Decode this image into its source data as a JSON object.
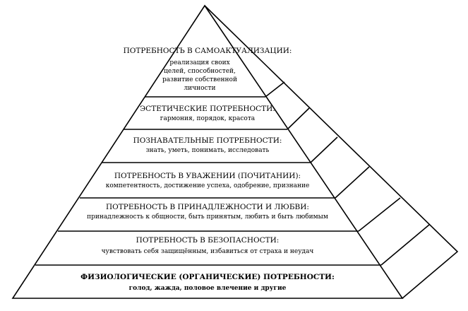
{
  "levels": [
    {
      "title": "ПОТРЕБНОСТЬ В САМОАКТУАЛИЗАЦИИ:",
      "desc_lines": [
        "реализация своих",
        "целей, способностей,",
        "развитие собственной",
        "личности"
      ]
    },
    {
      "title": "ЭСТЕТИЧЕСКИЕ ПОТРЕБНОСТИ:",
      "desc_lines": [
        "гармония, порядок, красота"
      ]
    },
    {
      "title": "ПОЗНАВАТЕЛЬНЫЕ ПОТРЕБНОСТИ:",
      "desc_lines": [
        "знать, уметь, понимать, исследовать"
      ]
    },
    {
      "title": "ПОТРЕБНОСТЬ В УВАЖЕНИИ (ПОЧИТАНИИ):",
      "desc_lines": [
        "компетентность, достижение успеха, одобрение, признание"
      ]
    },
    {
      "title": "ПОТРЕБНОСТЬ В ПРИНАДЛЕЖНОСТИ И ЛЮБВИ:",
      "desc_lines": [
        "принадлежность к общности, быть принятым, любить и быть любимым"
      ]
    },
    {
      "title": "ПОТРЕБНОСТЬ В БЕЗОПАСНОСТИ:",
      "desc_lines": [
        "чувствовать себя защищённым, избавиться от страха и неудач"
      ]
    },
    {
      "title": "ФИЗИОЛОГИЧЕСКИЕ (ОРГАНИЧЕСКИЕ) ПОТРЕБНОСТИ:",
      "desc_lines": [
        "голод, жажда, половое влечение и другие"
      ]
    }
  ]
}
